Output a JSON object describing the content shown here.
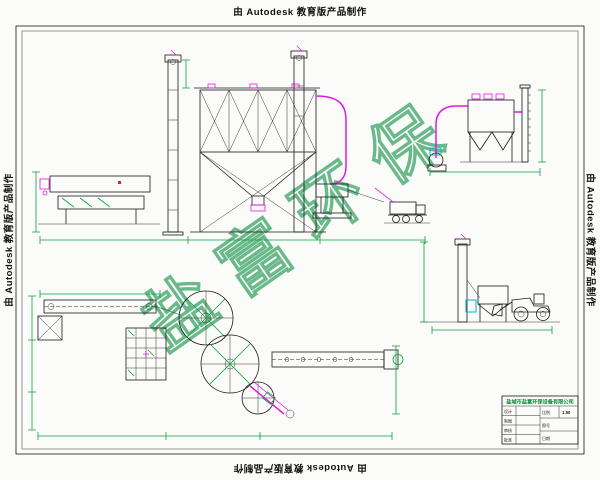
{
  "stamp": {
    "text": "由 Autodesk 教育版产品制作"
  },
  "watermark": {
    "chars": [
      "盐",
      "富",
      "环",
      "保"
    ],
    "color": "#3aa466"
  },
  "drawing": {
    "description": "环保除尘与输送设备总图 — 立面图、平面布置图、除尘器系统",
    "accent_green": "#0aa23c",
    "accent_magenta": "#e01ae0",
    "accent_cyan": "#00b4c8"
  },
  "title_block": {
    "company": "盐城市盐富环保设备有限公司",
    "rows": [
      {
        "label": "设计"
      },
      {
        "label": "制图"
      },
      {
        "label": "审核"
      },
      {
        "label": "批准"
      }
    ],
    "scale_label": "比例",
    "scale_value": "1:50",
    "sheet_label": "图号",
    "date_label": "日期"
  }
}
